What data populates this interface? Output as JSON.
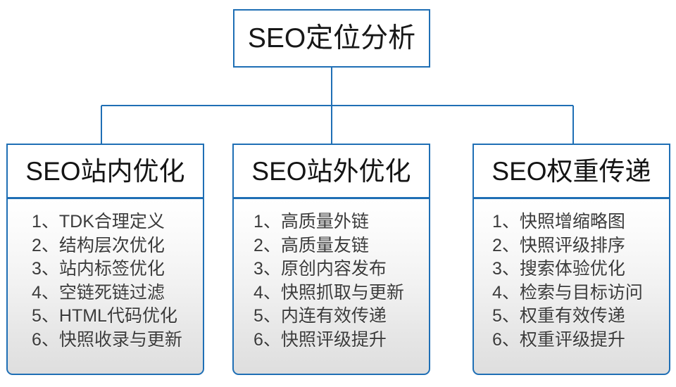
{
  "diagram": {
    "type": "org-tree",
    "root": {
      "label": "SEO定位分析"
    },
    "branches": [
      {
        "header": "SEO站内优化",
        "items": [
          "1、TDK合理定义",
          "2、结构层次优化",
          "3、站内标签优化",
          "4、空链死链过滤",
          "5、HTML代码优化",
          "6、快照收录与更新"
        ]
      },
      {
        "header": "SEO站外优化",
        "items": [
          "1、高质量外链",
          "2、高质量友链",
          "3、原创内容发布",
          "4、快照抓取与更新",
          "5、内连有效传递",
          "6、快照评级提升"
        ]
      },
      {
        "header": "SEO权重传递",
        "items": [
          "1、快照增缩略图",
          "2、快照评级排序",
          "3、搜索体验优化",
          "4、检索与目标访问",
          "5、权重有效传递",
          "6、权重评级提升"
        ]
      }
    ],
    "colors": {
      "border": "#1f6fb5",
      "connector": "#1f6fb5",
      "header_text": "#141414",
      "item_text": "#3b3b3b",
      "header_bg": "#ffffff",
      "body_bg_top": "#ffffff",
      "body_bg_bottom": "#dedede",
      "page_bg": "#ffffff"
    }
  }
}
